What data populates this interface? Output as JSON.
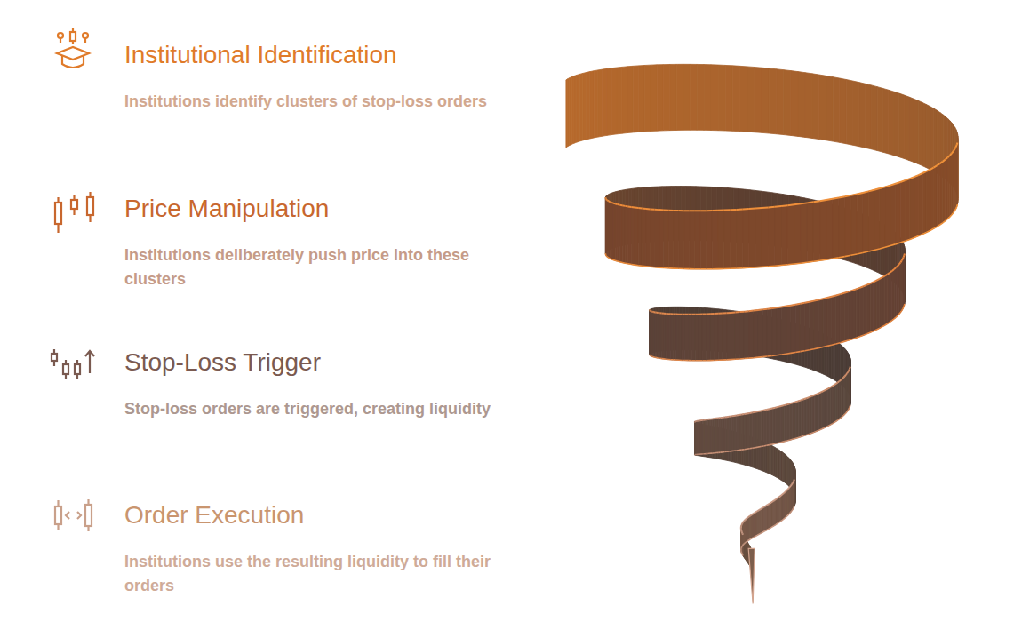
{
  "diagram": {
    "labels": [
      "Institutional Identification",
      "Institutions identify clusters of stop-loss orders",
      "Price Manipulation",
      "Institutions deliberately push price into these clusters",
      "Stop-Loss Trigger",
      "Stop-loss orders are triggered, creating liquidity",
      "Order Execution",
      "Institutions use the resulting liquidity to fill their orders"
    ]
  }
}
